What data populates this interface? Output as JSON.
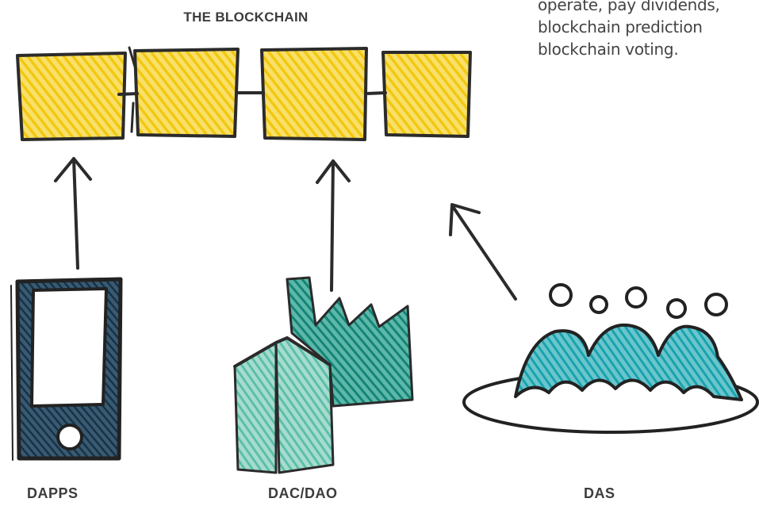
{
  "title": "THE BLOCKCHAIN",
  "snippet_lines": [
    "operate, pay dividends,",
    "blockchain prediction",
    "blockchain voting."
  ],
  "captions": {
    "dapps": "DAPPS",
    "dac_dao": "DAC/DAO",
    "das": "DAS"
  },
  "colors": {
    "block_yellow": "#f5d020",
    "stroke": "#2b2b2b",
    "teal_dark": "#1f8a7c",
    "teal_light": "#62c2ad",
    "teal_people": "#1da6b2",
    "phone_navy": "#1d3d52",
    "text": "#3c3c3c"
  },
  "icons": [
    "phone-icon",
    "factory-icon",
    "people-group-icon"
  ]
}
